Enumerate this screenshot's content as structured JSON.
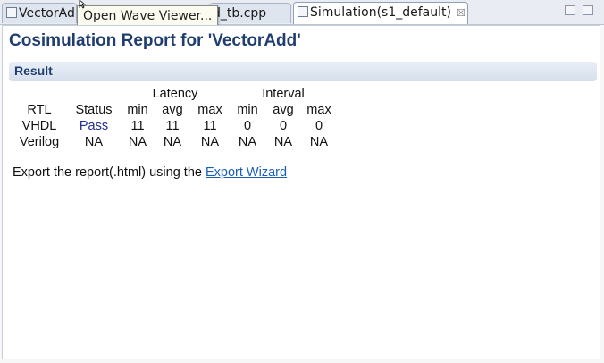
{
  "tabs": [
    {
      "label": "VectorAd",
      "active": false
    },
    {
      "label": "d_tb.cpp",
      "active": false
    },
    {
      "label": "Simulation(s1_default)",
      "active": true,
      "close": "☒"
    }
  ],
  "tooltip": "Open Wave Viewer...",
  "report": {
    "title": "Cosimulation Report for 'VectorAdd'",
    "section": "Result",
    "group_headers": {
      "latency": "Latency",
      "interval": "Interval"
    },
    "columns": [
      "RTL",
      "Status",
      "min",
      "avg",
      "max",
      "min",
      "avg",
      "max"
    ],
    "rows": [
      [
        "VHDL",
        "Pass",
        "11",
        "11",
        "11",
        "0",
        "0",
        "0"
      ],
      [
        "Verilog",
        "NA",
        "NA",
        "NA",
        "NA",
        "NA",
        "NA",
        "NA"
      ]
    ],
    "export_text": "Export the report(.html) using the ",
    "export_link": "Export Wizard"
  },
  "colors": {
    "title": "#1f3e6f",
    "link": "#1a5fb4",
    "pass": "#1f2d8f"
  }
}
